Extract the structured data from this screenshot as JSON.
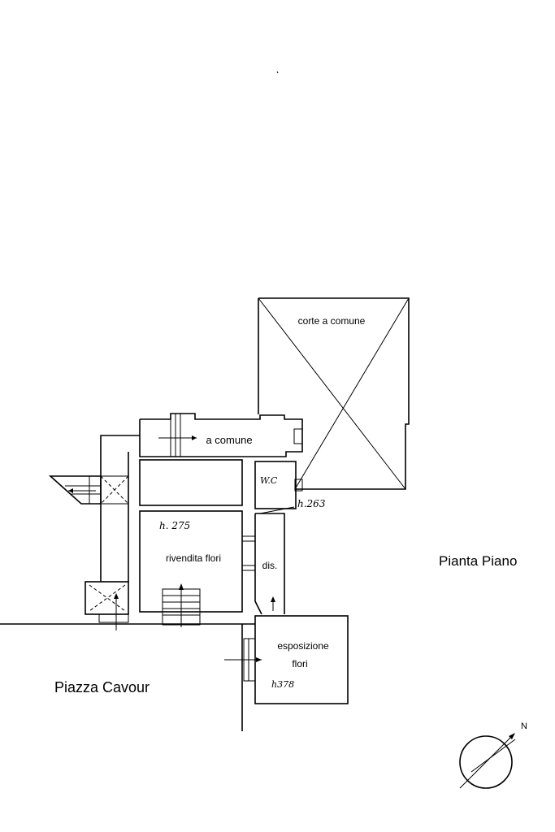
{
  "plan": {
    "labels": {
      "corte": "corte a comune",
      "a_comune": "a comune",
      "wc": "W.C",
      "n263": "h.263",
      "n275": "h. 275",
      "rivendita": "rivendita flori",
      "dis": "dis.",
      "esposizione_line1": "esposizione",
      "esposizione_line2": "flori",
      "n378": "h378",
      "pianta": "Pianta Piano",
      "piazza": "Piazza Cavour",
      "north": "N"
    }
  }
}
